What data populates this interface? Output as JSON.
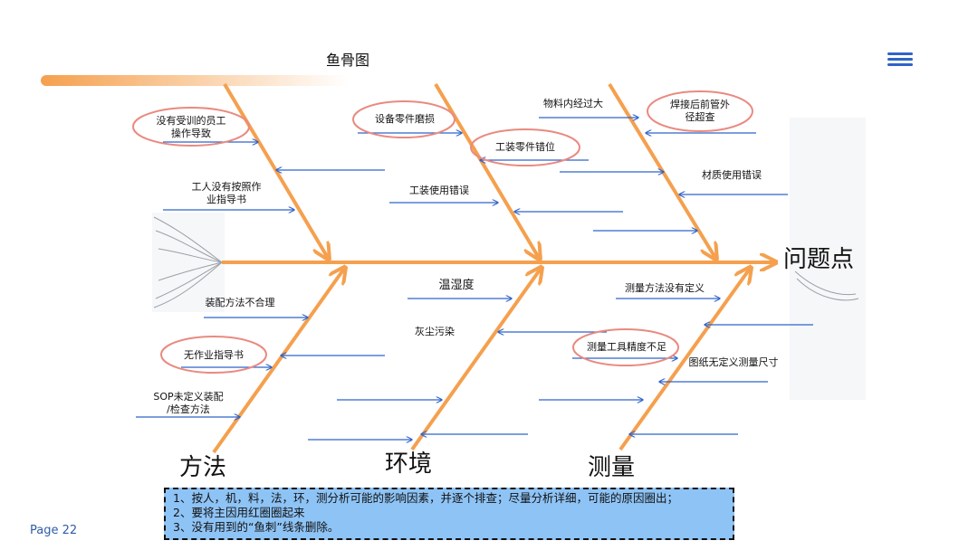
{
  "title": "鱼骨图",
  "problem": "问题点",
  "categories": {
    "method": "方法",
    "environment": "环境",
    "measurement": "测量"
  },
  "causes": {
    "untrained": "没有受训的员工\n操作导致",
    "worker_no_guide": "工人没有按照作\n业指导书",
    "assembly_method": "装配方法不合理",
    "no_instruction": "无作业指导书",
    "sop": "SOP未定义装配\n/检查方法",
    "equipment_wear": "设备零件磨损",
    "fixture_wrong": "工装零件错位",
    "fixture_misuse": "工装使用错误",
    "material_distance": "物料内经过大",
    "weld_out_of_spec": "焊接后前管外\n径超查",
    "material_misuse": "材质使用错误",
    "temperature": "温湿度",
    "dust": "灰尘污染",
    "measure_method": "测量方法没有定义",
    "tool_precision": "测量工具精度不足",
    "drawing": "图纸无定义测量尺寸"
  },
  "notes": [
    "1、按人，机，料，法，环，测分析可能的影响因素，并逐个排查；尽量分析详细，可能的原因圈出；",
    "2、要将主因用红圈圈起来",
    "3、没有用到的“鱼刺”线条删除。"
  ],
  "page_label": "Page 22",
  "colors": {
    "bone": "#f5a04e",
    "arrow": "#2f63c9",
    "circle": "#e98a80",
    "note_bg": "#8ec3f5"
  }
}
